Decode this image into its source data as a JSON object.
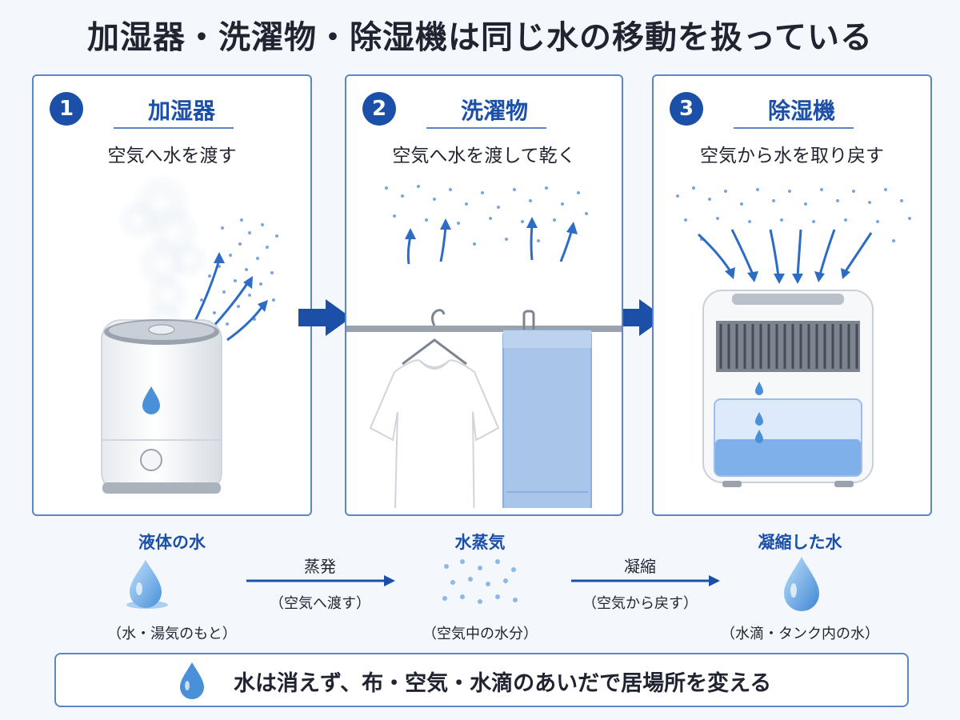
{
  "title": "加湿器・洗濯物・除湿機は同じ水の移動を扱っている",
  "panels": [
    {
      "number": "1",
      "title": "加湿器",
      "subtitle": "空気へ水を渡す"
    },
    {
      "number": "2",
      "title": "洗濯物",
      "subtitle": "空気へ水を渡して乾く"
    },
    {
      "number": "3",
      "title": "除湿機",
      "subtitle": "空気から水を取り戻す"
    }
  ],
  "states": [
    {
      "label": "液体の水",
      "sub": "（水・湯気のもと）"
    },
    {
      "label": "水蒸気",
      "sub": "（空気中の水分）"
    },
    {
      "label": "凝縮した水",
      "sub": "（水滴・タンク内の水）"
    }
  ],
  "processes": [
    {
      "label": "蒸発",
      "sub": "（空気へ渡す）"
    },
    {
      "label": "凝縮",
      "sub": "（空気から戻す）"
    }
  ],
  "footer": {
    "text": "水は消えず、布・空気・水滴のあいだで居場所を変える"
  },
  "colors": {
    "accent": "#1b4fa8",
    "border": "#5b86c8",
    "water": "#4a90d9"
  }
}
